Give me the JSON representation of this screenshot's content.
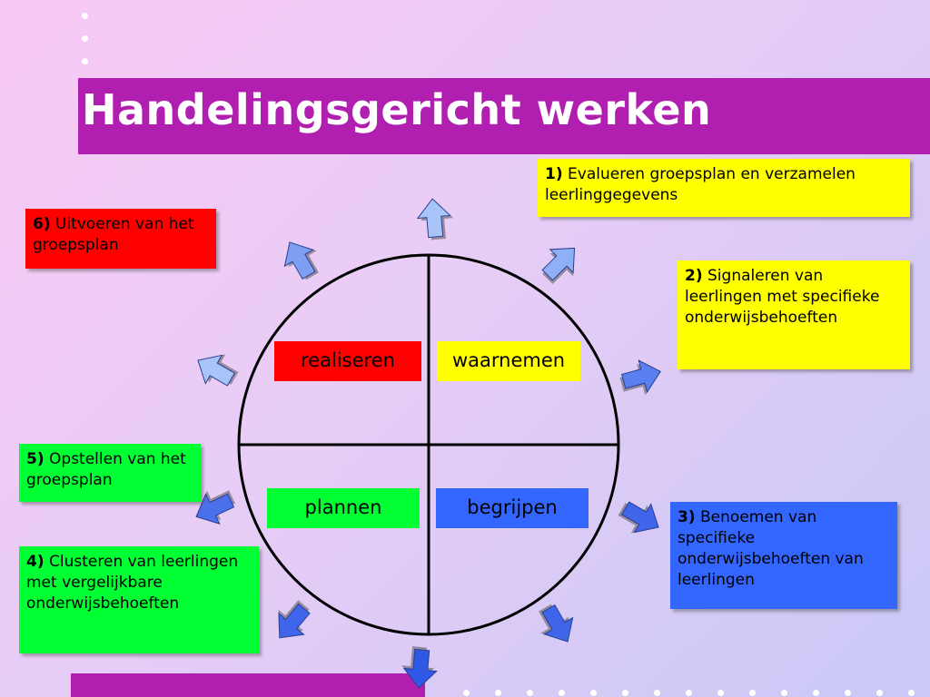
{
  "title": "Handelingsgericht werken",
  "colors": {
    "title_bar": "#b01fb0",
    "yellow": "#ffff00",
    "red": "#ff0000",
    "green": "#00ff33",
    "blue": "#3366ff",
    "arrow": "#6f8ff3"
  },
  "quadrants": {
    "realiseren": "realiseren",
    "waarnemen": "waarnemen",
    "plannen": "plannen",
    "begrijpen": "begrijpen"
  },
  "steps": [
    {
      "num": "1)",
      "text": "Evalueren groepsplan en verzamelen leerlinggegevens"
    },
    {
      "num": "2)",
      "text": "Signaleren van leerlingen met specifieke onderwijsbehoeften"
    },
    {
      "num": "3)",
      "text": "Benoemen van specifieke onderwijsbehoeften van leerlingen"
    },
    {
      "num": "4)",
      "text": "Clusteren van leerlingen met vergelijkbare onderwijsbehoeften"
    },
    {
      "num": "5)",
      "text": "Opstellen van het groepsplan"
    },
    {
      "num": "6)",
      "text": "Uitvoeren van het groepsplan"
    }
  ],
  "arrows": [
    "arrow-icon",
    "arrow-icon",
    "arrow-icon",
    "arrow-icon",
    "arrow-icon",
    "arrow-icon",
    "arrow-icon",
    "arrow-icon",
    "arrow-icon",
    "arrow-icon"
  ]
}
